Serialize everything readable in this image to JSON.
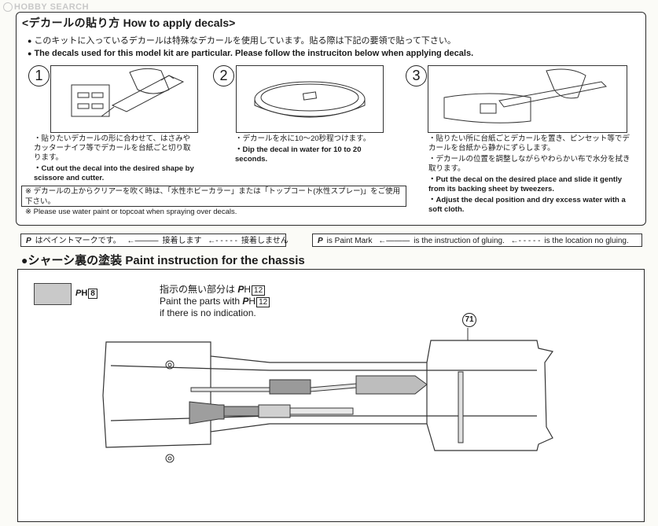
{
  "watermark": {
    "text": "HOBBY SEARCH"
  },
  "decal": {
    "title_jp": "<デカールの貼り方",
    "title_en": "How to apply decals>",
    "note_jp": "このキットに入っているデカールは特殊なデカールを使用しています。貼る際は下記の要領で貼って下さい。",
    "note_en": "The decals used for this model kit are particular. Please follow the instruciton below when applying decals.",
    "steps": [
      {
        "num": "1",
        "jp": "貼りたいデカールの形に合わせて、はさみやカッターナイフ等でデカールを台紙ごと切り取ります。",
        "en": "Cut out the decal into the desired shape by scissore and cutter."
      },
      {
        "num": "2",
        "jp": "デカールを水に10～20秒程つけます。",
        "en": "Dip the decal in water for 10 to 20 seconds."
      },
      {
        "num": "3",
        "jp": "貼りたい所に台紙ごとデカールを置き、ピンセット等でデカールを台紙から静かにずらします。",
        "jp2": "デカールの位置を調整しながらやわらかい布で水分を拭き取ります。",
        "en": "Put the decal on the desired place and slide it gently from its backing sheet by tweezers.",
        "en2": "Adjust the decal position and dry excess water with a soft cloth."
      }
    ],
    "spray_note_jp": "デカールの上からクリアーを吹く時は、「水性ホビーカラー」または「トップコート(水性スプレー)」をご使用下さい。",
    "spray_note_en": "Please use water paint or topcoat when spraying over decals."
  },
  "legend_jp": {
    "paint": "はペイントマークです。",
    "glue": "接着します",
    "no_glue": "接着しません"
  },
  "legend_en": {
    "paint": "is Paint Mark",
    "glue": "is the instruction of gluing.",
    "no_glue": "is the location no gluing."
  },
  "paint_mark_symbol": "P",
  "section": {
    "title_jp": "シャーシ裏の塗装",
    "title_en": "Paint instruction for the chassis"
  },
  "swatch": {
    "code": "H",
    "number": "8",
    "color": "#c9c9c9"
  },
  "paint_note": {
    "jp": "指示の無い部分は",
    "en_line1": "Paint the parts with",
    "en_line2": "if there is no indication.",
    "code": "H",
    "number": "12"
  },
  "part_callout": "71"
}
